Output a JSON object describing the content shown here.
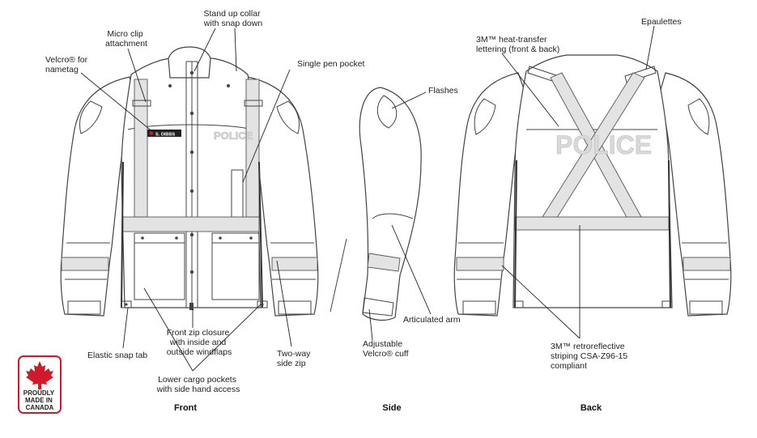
{
  "views": {
    "front": "Front",
    "side": "Side",
    "back": "Back"
  },
  "callouts": {
    "stand_up_collar": [
      "Stand up collar",
      "with snap down"
    ],
    "micro_clip": [
      "Micro clip",
      "attachment"
    ],
    "velcro_nametag": [
      "Velcro® for",
      "nametag"
    ],
    "single_pen_pocket": [
      "Single pen pocket"
    ],
    "flashes": [
      "Flashes"
    ],
    "heat_transfer": [
      "3M™ heat-transfer",
      "lettering (front & back)"
    ],
    "epaulettes": [
      "Epaulettes"
    ],
    "elastic_snap_tab": [
      "Elastic snap tab"
    ],
    "front_zip": [
      "Front zip closure",
      "with inside and",
      "outside windflaps"
    ],
    "lower_cargo": [
      "Lower cargo pockets",
      "with side hand access"
    ],
    "two_way_zip": [
      "Two-way",
      "side zip"
    ],
    "adjustable_cuff": [
      "Adjustable",
      "Velcro® cuff"
    ],
    "articulated_arm": [
      "Articulated arm"
    ],
    "retroreflective": [
      "3M™ retroreflective",
      "striping CSA-Z96-15",
      "compliant"
    ]
  },
  "jacket_text": {
    "front_police": "POLICE",
    "back_police": "POLICE",
    "nametag": "S. DIBBS"
  },
  "badge": {
    "lines": [
      "PROUDLY",
      "MADE IN",
      "CANADA"
    ],
    "icon": "maple-leaf-icon",
    "color": "#d0192b"
  }
}
